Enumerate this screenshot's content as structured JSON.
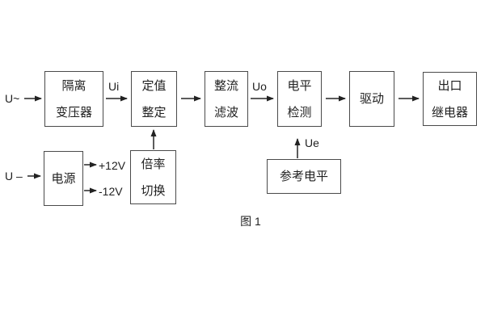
{
  "figure_caption": "图 1",
  "inputs": {
    "ac": "U~",
    "dc": "U –"
  },
  "signals": {
    "ui": "Ui",
    "uo": "Uo",
    "ue": "Ue",
    "plus12v": "+12V",
    "minus12v": "-12V"
  },
  "blocks": {
    "isolation_transformer": {
      "line1": "隔离",
      "line2": "变压器"
    },
    "value_setting": {
      "line1": "定值",
      "line2": "整定"
    },
    "rectifier_filter": {
      "line1": "整流",
      "line2": "滤波"
    },
    "level_detection": {
      "line1": "电平",
      "line2": "检测"
    },
    "driver": {
      "label": "驱动"
    },
    "output_relay": {
      "line1": "出口",
      "line2": "继电器"
    },
    "power_supply": {
      "label": "电源"
    },
    "ratio_switching": {
      "line1": "倍率",
      "line2": "切换"
    },
    "reference_level": {
      "label": "参考电平"
    }
  },
  "colors": {
    "background": "#ffffff",
    "box_border": "#4a4a4a",
    "connector": "#262626",
    "text": "#1f1f1f"
  }
}
